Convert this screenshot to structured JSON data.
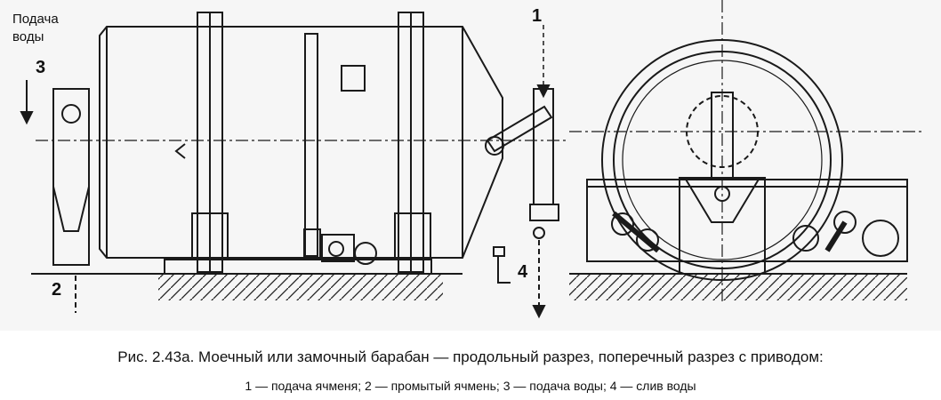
{
  "labels": {
    "water_supply": [
      "Подача",
      "воды"
    ],
    "callout_1": "1",
    "callout_2": "2",
    "callout_3": "3",
    "callout_4": "4"
  },
  "caption": {
    "main": "Рис. 2.43а. Моечный или замочный барабан — продольный разрез, поперечный разрез с приводом:",
    "legend": "1 — подача ячменя; 2 — промытый ячмень; 3 — подача воды; 4 — слив воды"
  }
}
